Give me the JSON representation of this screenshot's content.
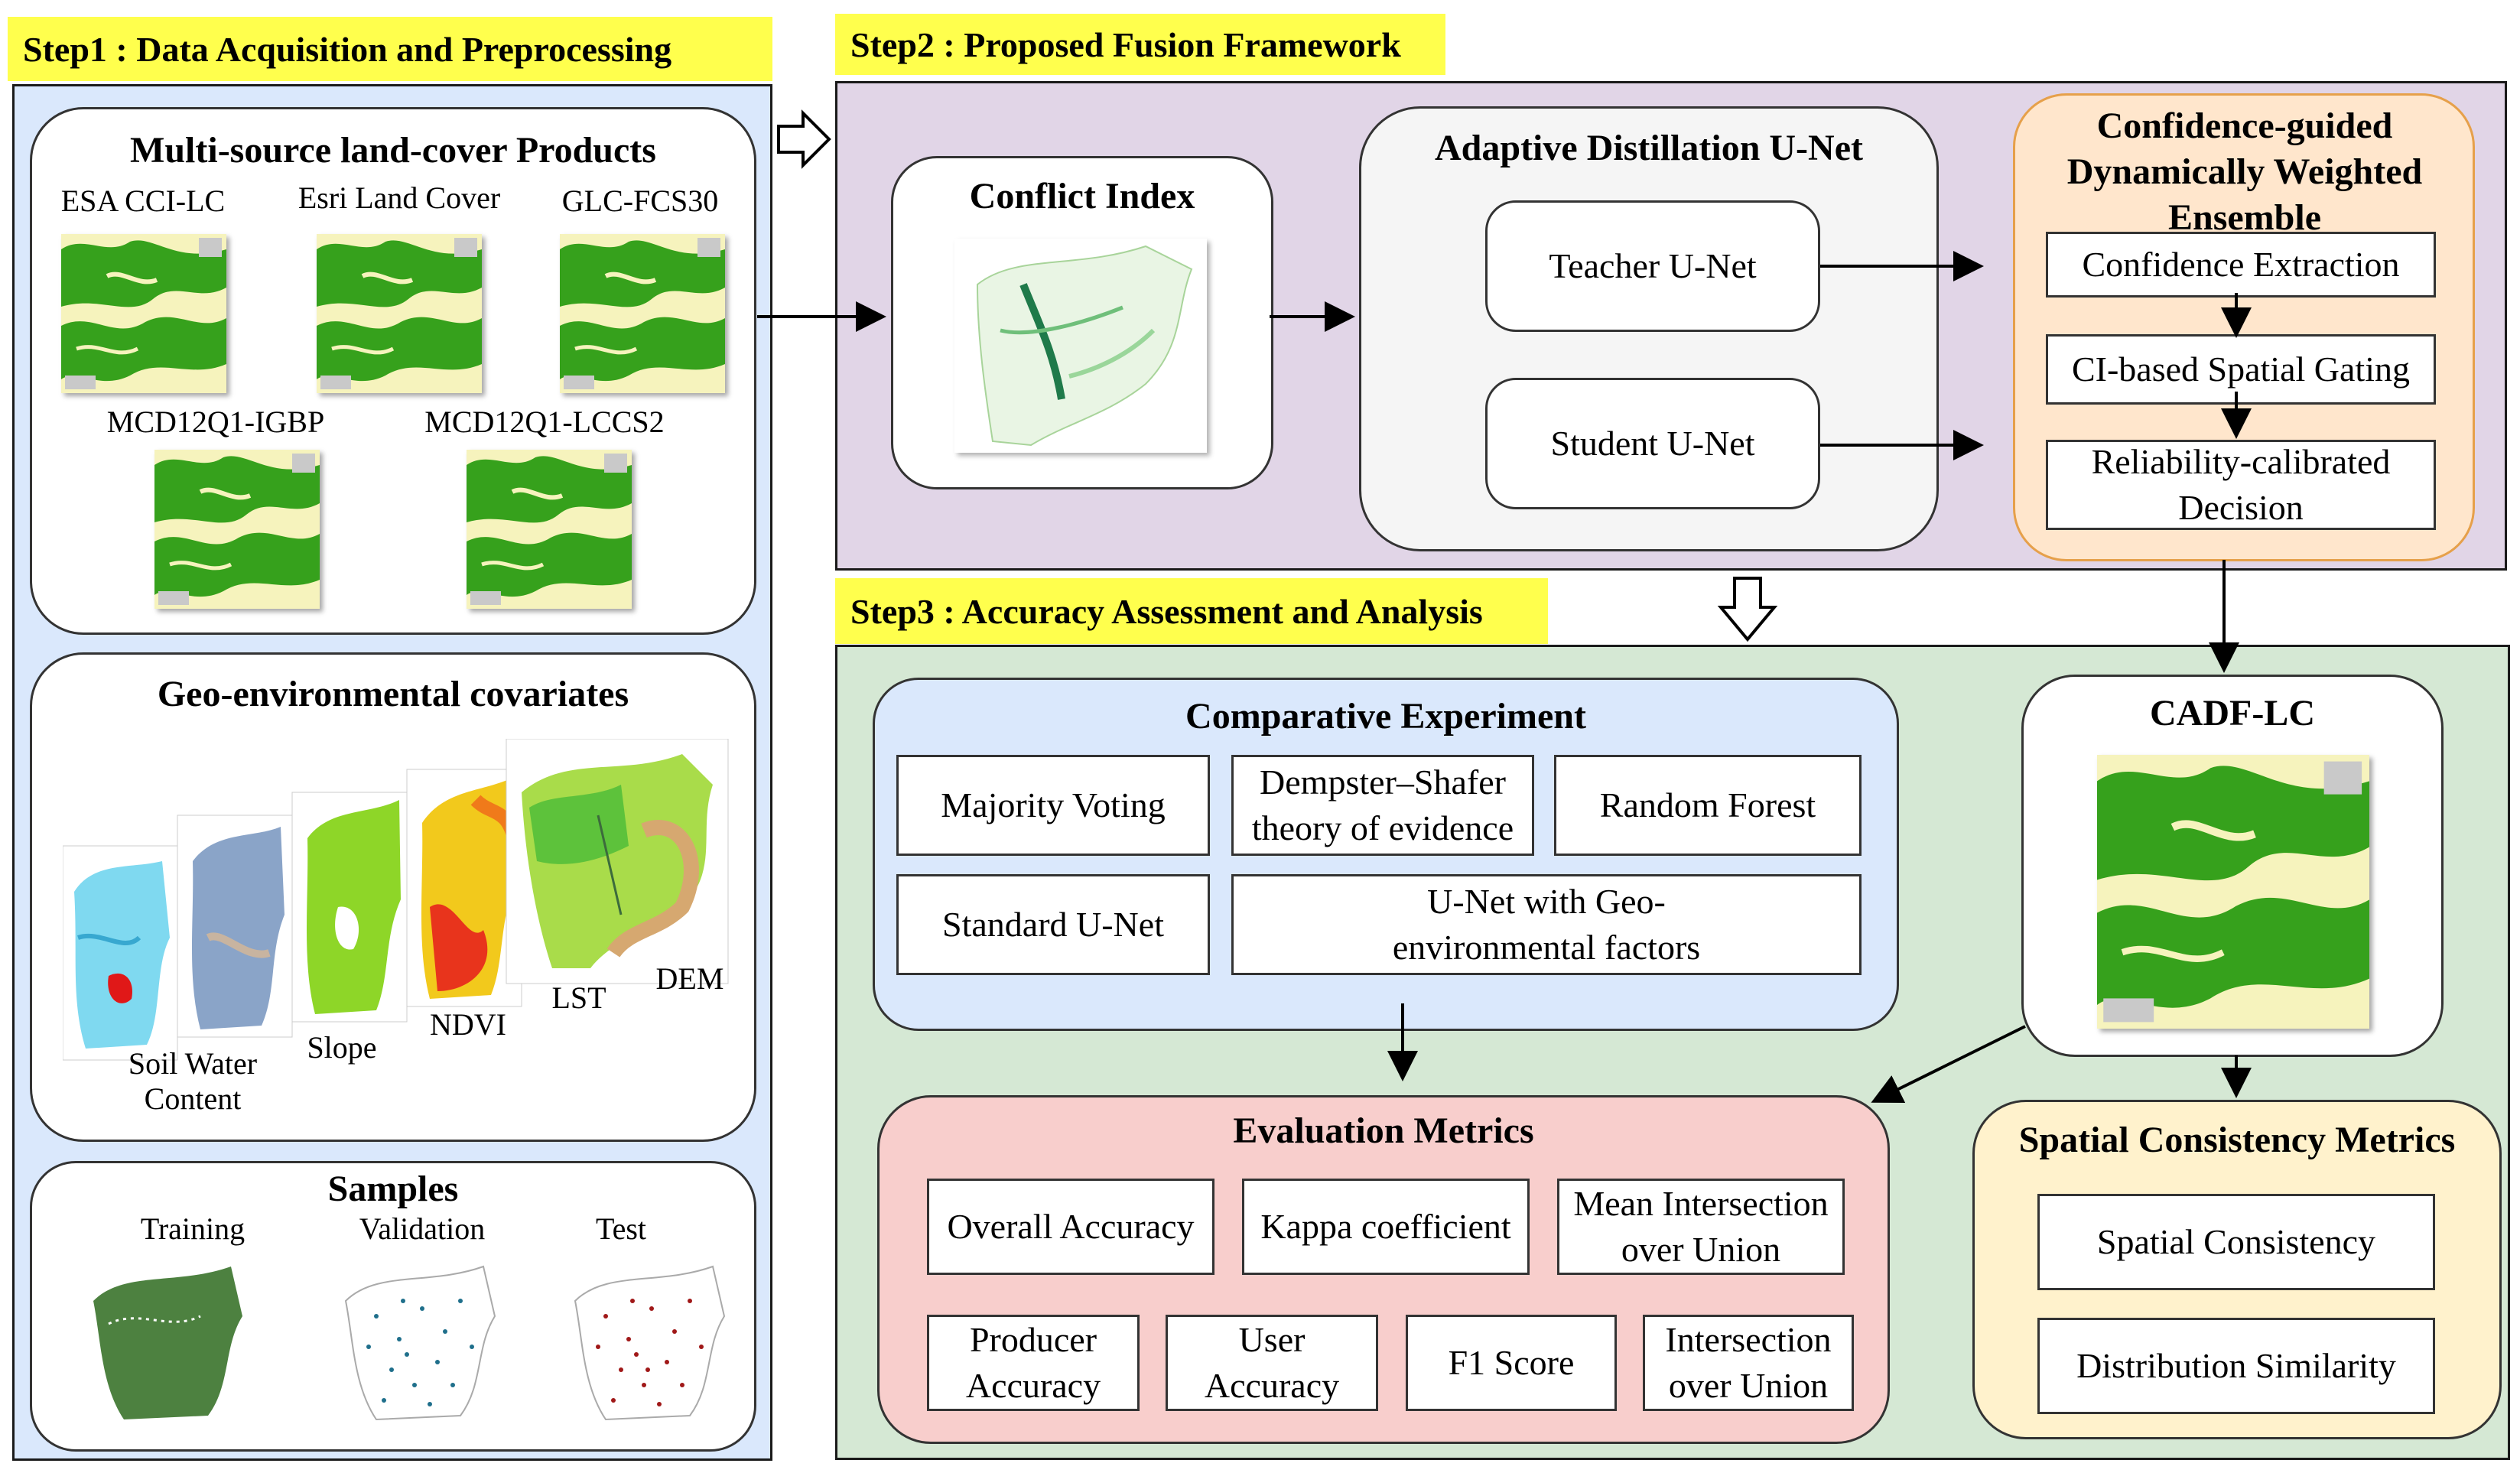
{
  "step1": {
    "label": "Step1 : Data Acquisition and Preprocessing",
    "products": {
      "title": "Multi-source land-cover Products",
      "items": [
        "ESA CCI-LC",
        "Esri Land Cover",
        "GLC-FCS30",
        "MCD12Q1-IGBP",
        "MCD12Q1-LCCS2"
      ]
    },
    "covariates": {
      "title": "Geo-environmental covariates",
      "items": [
        "Soil Water Content",
        "Slope",
        "NDVI",
        "LST",
        "DEM"
      ]
    },
    "samples": {
      "title": "Samples",
      "items": [
        "Training",
        "Validation",
        "Test"
      ]
    }
  },
  "step2": {
    "label": "Step2 : Proposed Fusion Framework",
    "conflict_index": {
      "title": "Conflict Index"
    },
    "adun": {
      "title": "Adaptive Distillation U-Net",
      "teacher": "Teacher U-Net",
      "student": "Student U-Net"
    },
    "ensemble": {
      "title": "Confidence-guided Dynamically Weighted Ensemble",
      "steps": [
        "Confidence Extraction",
        "CI-based Spatial Gating",
        "Reliability-calibrated Decision"
      ]
    }
  },
  "step3": {
    "label": "Step3 : Accuracy Assessment and Analysis",
    "comparative": {
      "title": "Comparative Experiment",
      "methods": [
        "Majority Voting",
        "Dempster–Shafer theory of evidence",
        "Random Forest",
        "Standard U-Net",
        "U-Net with Geo-environmental factors"
      ]
    },
    "cadf": {
      "title": "CADF-LC"
    },
    "evaluation": {
      "title": "Evaluation Metrics",
      "metrics": [
        "Overall Accuracy",
        "Kappa coefficient",
        "Mean Intersection over Union",
        "Producer Accuracy",
        "User Accuracy",
        "F1 Score",
        "Intersection over Union"
      ]
    },
    "spatial": {
      "title": "Spatial Consistency Metrics",
      "metrics": [
        "Spatial Consistency",
        "Distribution Similarity"
      ]
    }
  },
  "colors": {
    "step_label": "#ffff4d",
    "step1_bg": "#dae8fc",
    "step2_bg": "#e1d5e7",
    "step3_bg": "#d5e8d4",
    "ensemble_bg": "#ffe6cc",
    "comparative_bg": "#dae8fc",
    "evaluation_bg": "#f8cecc",
    "spatial_bg": "#fff2cc",
    "adun_bg": "#f5f5f5",
    "land_green": "#36a11c",
    "land_pale": "#f6f3bd"
  }
}
